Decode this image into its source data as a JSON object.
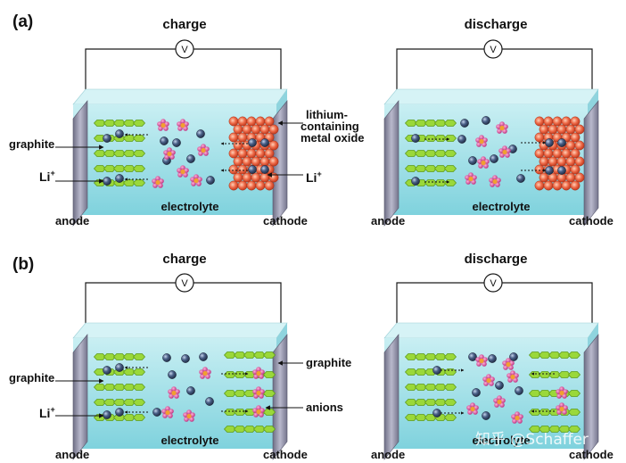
{
  "panel_a": {
    "label": "(a)",
    "charge": {
      "title": "charge",
      "meter": "V",
      "labels": {
        "graphite": "graphite",
        "li": "Li",
        "li_sup": "+",
        "oxide": "lithium-\ncontaining\nmetal oxide",
        "li_right": "Li",
        "li_right_sup": "+",
        "anode": "anode",
        "electrolyte": "electrolyte",
        "cathode": "cathode"
      }
    },
    "discharge": {
      "title": "discharge",
      "meter": "V",
      "labels": {
        "anode": "anode",
        "electrolyte": "electrolyte",
        "cathode": "cathode"
      }
    }
  },
  "panel_b": {
    "label": "(b)",
    "charge": {
      "title": "charge",
      "meter": "V",
      "labels": {
        "graphite": "graphite",
        "li": "Li",
        "li_sup": "+",
        "graphite_right": "graphite",
        "anions": "anions",
        "anode": "anode",
        "electrolyte": "electrolyte",
        "cathode": "cathode"
      }
    },
    "discharge": {
      "title": "discharge",
      "meter": "V",
      "labels": {
        "anode": "anode",
        "electrolyte": "electrolyte",
        "cathode": "cathode"
      }
    }
  },
  "watermark": "知乎 @Schaffer",
  "colors": {
    "electrolyte": "#a8e3ea",
    "plate": "#8a8aa0",
    "graphite": "#9ad83a",
    "li_ion": "#3b4f6e",
    "oxide": "#e8563a",
    "anion": "#d0408a",
    "wire": "#1a1a1a"
  }
}
